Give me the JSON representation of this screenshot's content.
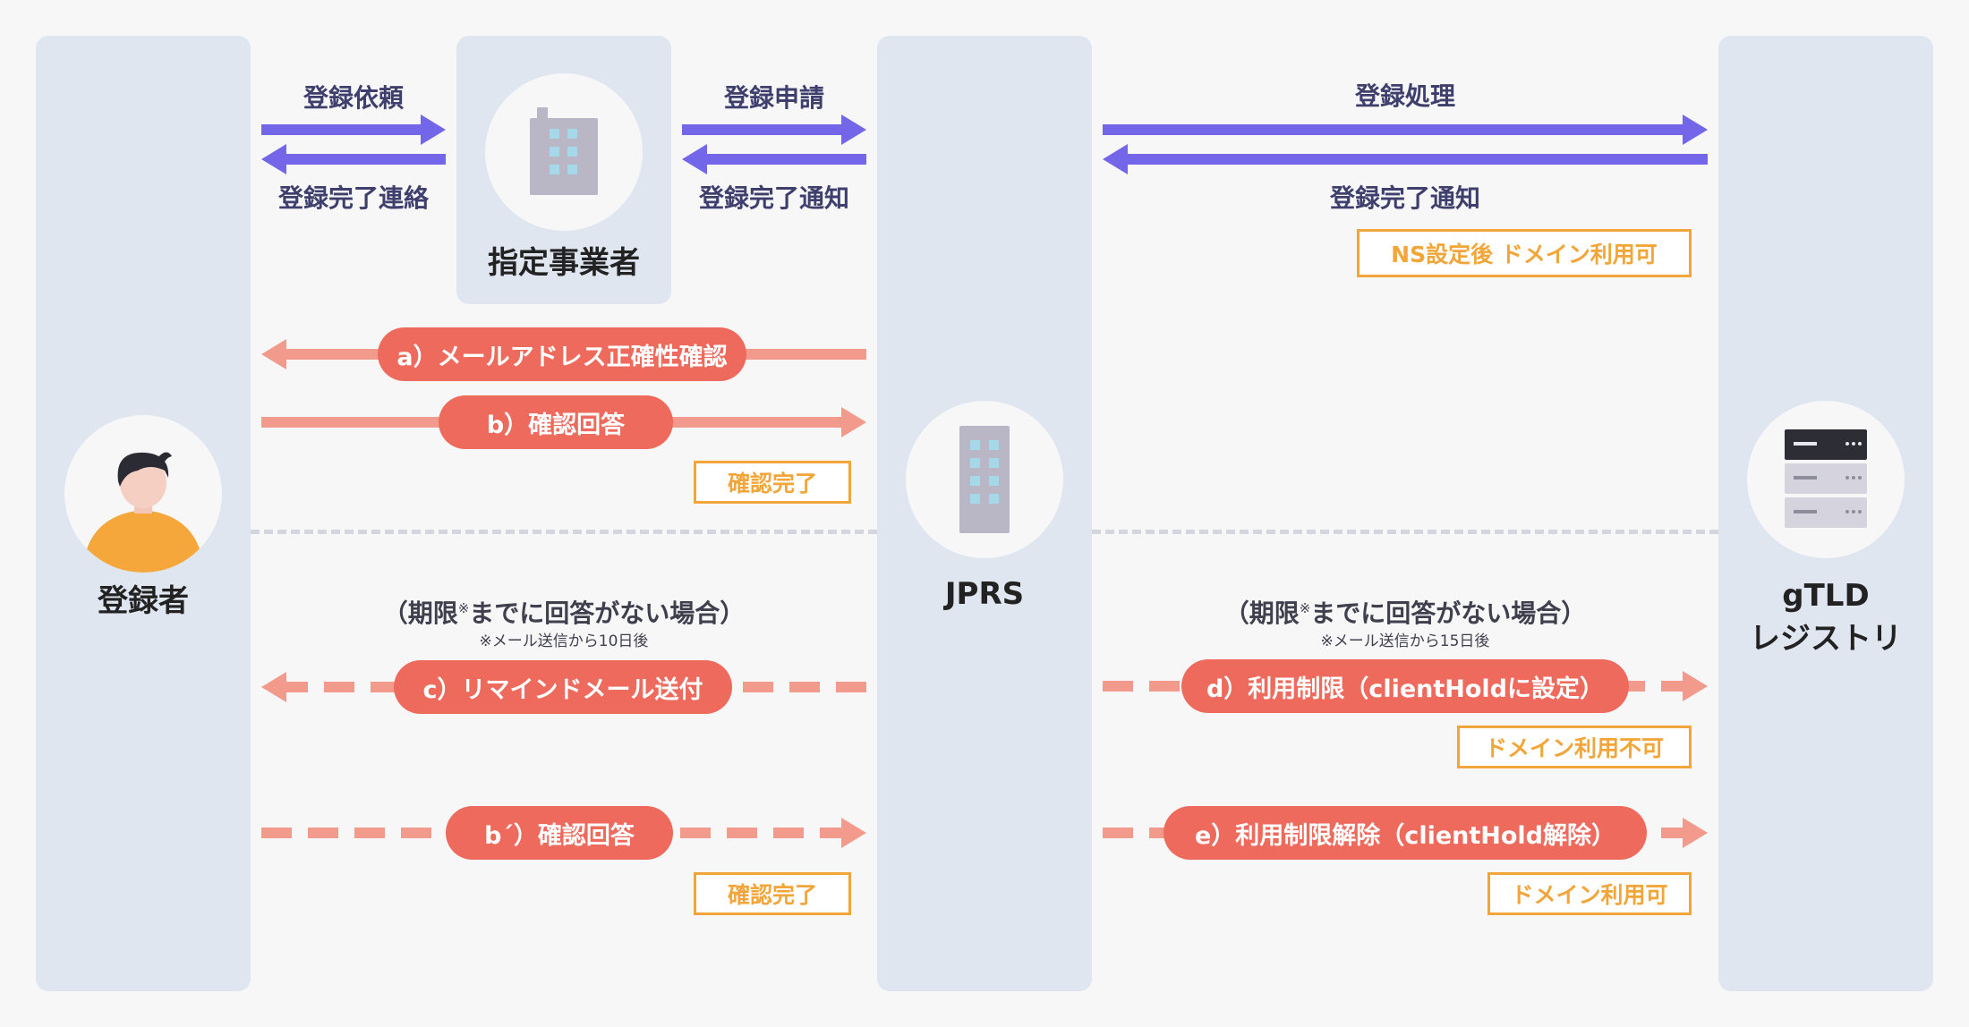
{
  "actors": {
    "registrant": "登録者",
    "designated_operator": "指定事業者",
    "jprs": "JPRS",
    "gtld_registry_line1": "gTLD",
    "gtld_registry_line2": "レジストリ"
  },
  "flows": {
    "registration_request": "登録依頼",
    "registration_complete_contact": "登録完了連絡",
    "registration_application": "登録申請",
    "registration_complete_notice_1": "登録完了通知",
    "registration_processing": "登録処理",
    "registration_complete_notice_2": "登録完了通知"
  },
  "steps": {
    "a": "a）メールアドレス正確性確認",
    "b": "b）確認回答",
    "c": "c）リマインドメール送付",
    "b_prime": "b´）確認回答",
    "d": "d）利用制限（clientHoldに設定）",
    "e": "e）利用制限解除（clientHold解除）"
  },
  "conditions": {
    "left_main": "（期限",
    "left_mark": "※",
    "left_rest": "までに回答がない場合）",
    "left_note": "※メール送信から10日後",
    "right_main": "（期限",
    "right_mark": "※",
    "right_rest": "までに回答がない場合）",
    "right_note": "※メール送信から15日後"
  },
  "status_tags": {
    "ns_available": "NS設定後 ドメイン利用可",
    "confirm_done_1": "確認完了",
    "confirm_done_2": "確認完了",
    "domain_unavailable": "ドメイン利用不可",
    "domain_available": "ドメイン利用可"
  },
  "colors": {
    "lane": "#dfe6f0",
    "blue_arrow": "#7366e8",
    "salmon_arrow": "#f29a8b",
    "pill": "#ee6a5c",
    "tag_border": "#f2a63a",
    "person_shirt": "#f5a73c"
  }
}
